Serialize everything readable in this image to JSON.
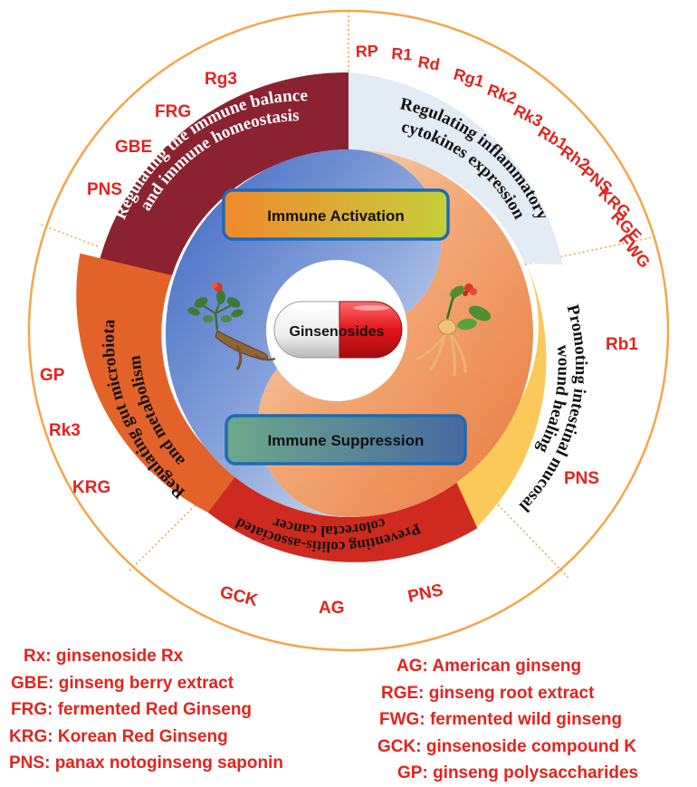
{
  "center": {
    "label": "Ginsenosides"
  },
  "activation_box": {
    "label": "Immune Activation"
  },
  "suppression_box": {
    "label": "Immune Suppression"
  },
  "segments": [
    {
      "id": "immune-balance",
      "lines": [
        "Regulating the immune balance",
        "and immune homeostasis"
      ],
      "color": "#8a2232",
      "text_color": "#ffffff"
    },
    {
      "id": "inflammatory",
      "lines": [
        "Regulating inflammatory",
        "cytokines expression"
      ],
      "color": "#e3ebf5",
      "text_color": "#111111"
    },
    {
      "id": "mucosal",
      "lines": [
        "Promoting intestinal mucosal",
        "wound healing"
      ],
      "color": "#fbc95a",
      "text_color": "#111111"
    },
    {
      "id": "colitis",
      "lines": [
        "Preventing colitis-associated",
        "colorectal cancer"
      ],
      "color": "#ce2a1f",
      "text_color": "#111111"
    },
    {
      "id": "gut",
      "lines": [
        "Regulating gut microbiota",
        "and metabolism"
      ],
      "color": "#e3622a",
      "text_color": "#111111"
    }
  ],
  "outer_labels": {
    "immune_balance": [
      "Rg3",
      "FRG",
      "GBE",
      "PNS"
    ],
    "inflammatory": [
      "RP",
      "R1",
      "Rd",
      "Rg1",
      "Rk2",
      "Rk3",
      "Rb1",
      "Rh2",
      "PNS",
      "KRG",
      "RGE",
      "FWG"
    ],
    "mucosal": [
      "Rb1",
      "PNS"
    ],
    "colitis": [
      "GCK",
      "AG",
      "PNS"
    ],
    "gut": [
      "GP",
      "Rk3",
      "KRG"
    ]
  },
  "legend_left": [
    {
      "abbr": "Rx:",
      "text": "ginsenoside Rx"
    },
    {
      "abbr": "GBE:",
      "text": "ginseng berry extract"
    },
    {
      "abbr": "FRG:",
      "text": "fermented Red Ginseng"
    },
    {
      "abbr": "KRG:",
      "text": "Korean Red Ginseng"
    },
    {
      "abbr": "PNS:",
      "text": "panax notoginseng saponin"
    }
  ],
  "legend_right": [
    {
      "abbr": "AG:",
      "text": "American ginseng"
    },
    {
      "abbr": "RGE:",
      "text": "ginseng root extract"
    },
    {
      "abbr": "FWG:",
      "text": "fermented wild ginseng"
    },
    {
      "abbr": "GCK:",
      "text": "ginsenoside compound K"
    },
    {
      "abbr": "GP:",
      "text": "ginseng polysaccharides"
    }
  ],
  "colors": {
    "outer_ring": "#f5a54a",
    "label_red": "#e4231c",
    "box_border": "#1e6ab4"
  }
}
